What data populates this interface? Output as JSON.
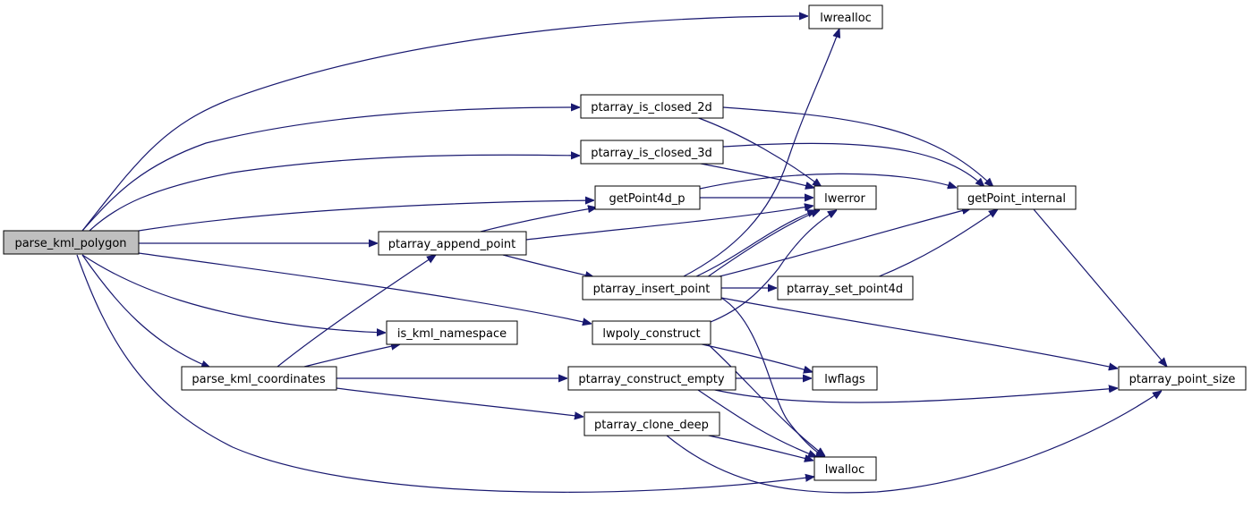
{
  "colors": {
    "edge": "#191970",
    "root_fill": "#bfbfbf",
    "node_fill": "#ffffff"
  },
  "nodes": {
    "parse_kml_polygon": "parse_kml_polygon",
    "lwrealloc": "lwrealloc",
    "ptarray_is_closed_2d": "ptarray_is_closed_2d",
    "ptarray_is_closed_3d": "ptarray_is_closed_3d",
    "getPoint4d_p": "getPoint4d_p",
    "lwerror": "lwerror",
    "getPoint_internal": "getPoint_internal",
    "ptarray_append_point": "ptarray_append_point",
    "ptarray_insert_point": "ptarray_insert_point",
    "ptarray_set_point4d": "ptarray_set_point4d",
    "is_kml_namespace": "is_kml_namespace",
    "lwpoly_construct": "lwpoly_construct",
    "parse_kml_coordinates": "parse_kml_coordinates",
    "ptarray_construct_empty": "ptarray_construct_empty",
    "lwflags": "lwflags",
    "ptarray_point_size": "ptarray_point_size",
    "ptarray_clone_deep": "ptarray_clone_deep",
    "lwalloc": "lwalloc"
  },
  "edges": [
    [
      "parse_kml_polygon",
      "lwrealloc"
    ],
    [
      "parse_kml_polygon",
      "ptarray_is_closed_2d"
    ],
    [
      "parse_kml_polygon",
      "ptarray_is_closed_3d"
    ],
    [
      "parse_kml_polygon",
      "getPoint4d_p"
    ],
    [
      "parse_kml_polygon",
      "ptarray_append_point"
    ],
    [
      "parse_kml_polygon",
      "lwpoly_construct"
    ],
    [
      "parse_kml_polygon",
      "is_kml_namespace"
    ],
    [
      "parse_kml_polygon",
      "parse_kml_coordinates"
    ],
    [
      "parse_kml_polygon",
      "lwalloc"
    ],
    [
      "ptarray_is_closed_2d",
      "getPoint_internal"
    ],
    [
      "ptarray_is_closed_2d",
      "lwerror"
    ],
    [
      "ptarray_is_closed_3d",
      "getPoint_internal"
    ],
    [
      "ptarray_is_closed_3d",
      "lwerror"
    ],
    [
      "getPoint4d_p",
      "getPoint_internal"
    ],
    [
      "getPoint4d_p",
      "lwerror"
    ],
    [
      "ptarray_append_point",
      "getPoint4d_p"
    ],
    [
      "ptarray_append_point",
      "lwerror"
    ],
    [
      "ptarray_append_point",
      "ptarray_insert_point"
    ],
    [
      "ptarray_insert_point",
      "lwrealloc"
    ],
    [
      "ptarray_insert_point",
      "lwerror"
    ],
    [
      "ptarray_insert_point",
      "getPoint_internal"
    ],
    [
      "ptarray_insert_point",
      "ptarray_set_point4d"
    ],
    [
      "ptarray_insert_point",
      "ptarray_point_size"
    ],
    [
      "ptarray_insert_point",
      "lwalloc"
    ],
    [
      "ptarray_set_point4d",
      "getPoint_internal"
    ],
    [
      "getPoint_internal",
      "ptarray_point_size"
    ],
    [
      "lwpoly_construct",
      "lwerror"
    ],
    [
      "lwpoly_construct",
      "lwflags"
    ],
    [
      "lwpoly_construct",
      "lwalloc"
    ],
    [
      "parse_kml_coordinates",
      "ptarray_append_point"
    ],
    [
      "parse_kml_coordinates",
      "is_kml_namespace"
    ],
    [
      "parse_kml_coordinates",
      "ptarray_construct_empty"
    ],
    [
      "parse_kml_coordinates",
      "ptarray_clone_deep"
    ],
    [
      "ptarray_construct_empty",
      "lwflags"
    ],
    [
      "ptarray_construct_empty",
      "ptarray_point_size"
    ],
    [
      "ptarray_construct_empty",
      "lwalloc"
    ],
    [
      "ptarray_clone_deep",
      "lwalloc"
    ],
    [
      "ptarray_clone_deep",
      "ptarray_point_size"
    ]
  ]
}
